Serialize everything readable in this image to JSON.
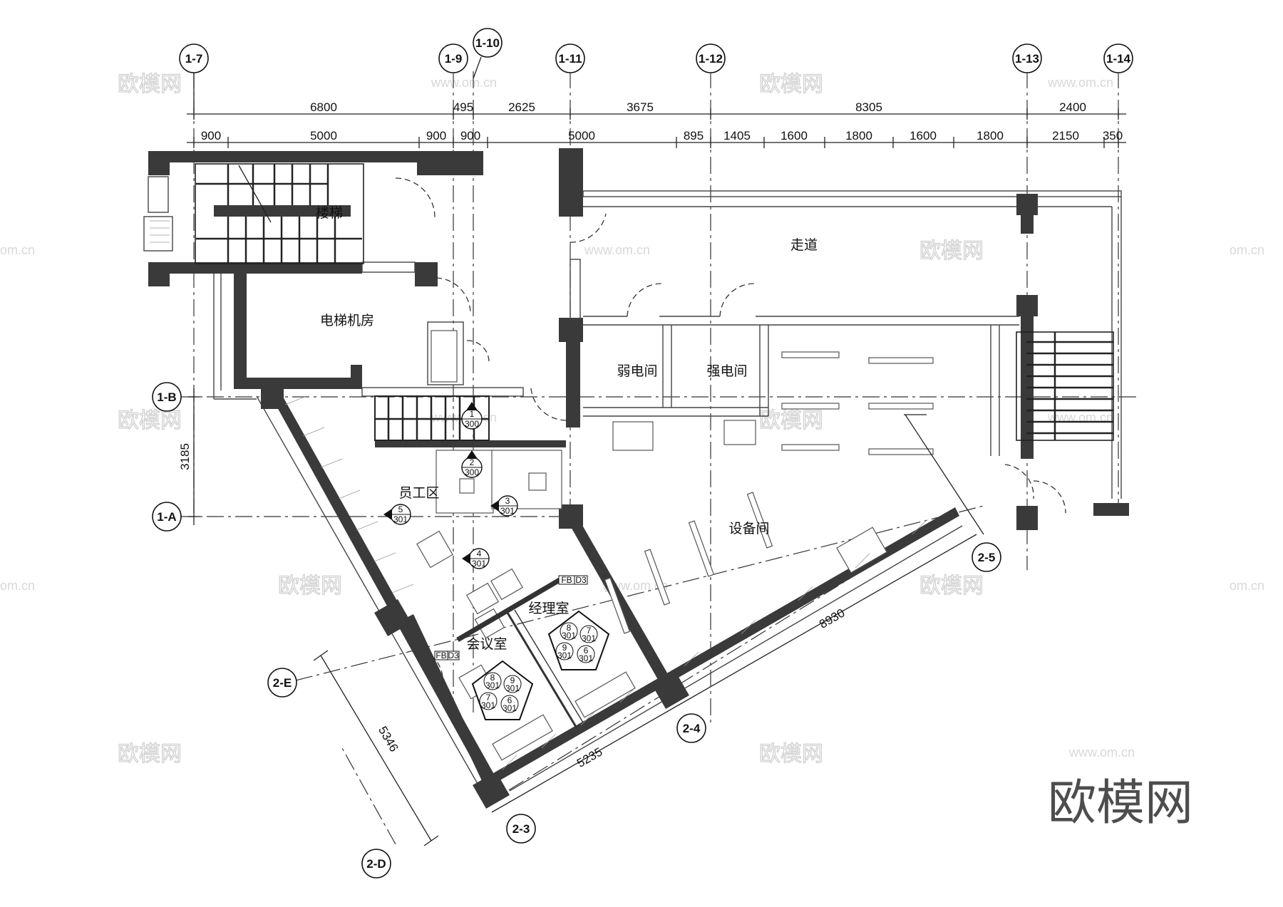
{
  "axes_top": [
    "1-7",
    "1-9",
    "1-10",
    "1-11",
    "1-12",
    "1-13",
    "1-14"
  ],
  "axes_left": [
    "1-B",
    "1-A"
  ],
  "axes_oblique": [
    "2-E",
    "2-D",
    "2-3",
    "2-4",
    "2-5"
  ],
  "dims_row1": [
    "6800",
    "495",
    "2625",
    "3675",
    "8305",
    "2400"
  ],
  "dims_row2": [
    "900",
    "5000",
    "900",
    "900",
    "5000",
    "895",
    "1405",
    "1600",
    "1800",
    "1600",
    "1800",
    "2150",
    "350"
  ],
  "dim_left": "3185",
  "dim_oblique_left": "5346",
  "dim_oblique_bottom": "5235",
  "dim_oblique_right": "8930",
  "rooms": {
    "stair_top": "楼梯",
    "elevator_room": "电梯机房",
    "corridor": "走道",
    "weak_current": "弱电间",
    "strong_current": "强电间",
    "staff_area": "员工区",
    "equipment_room": "设备间",
    "manager_office": "经理室",
    "meeting_room": "会议室"
  },
  "index_marks": {
    "sheet": "301",
    "sheet_alt": "300",
    "numbers": [
      "1",
      "2",
      "3",
      "4",
      "5",
      "6",
      "7",
      "8",
      "9"
    ]
  },
  "tags": [
    "FB",
    "D3"
  ],
  "watermark": {
    "brand": "欧模网",
    "url": "www.om.cn",
    "url_short": "om.cn"
  }
}
